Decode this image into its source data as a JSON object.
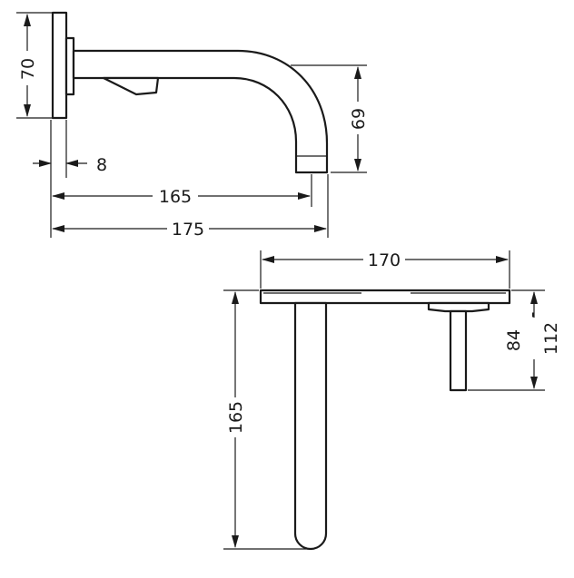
{
  "dimensions": {
    "flange_height": "70",
    "flange_depth": "8",
    "spout_projection": "165",
    "overall_projection": "175",
    "spout_drop": "69",
    "plate_width": "170",
    "body_depth": "165",
    "valve_depth_a": "84",
    "valve_depth_separator": "-",
    "valve_depth_b": "112"
  },
  "colors": {
    "line": "#1a1a1a",
    "background": "#ffffff"
  }
}
